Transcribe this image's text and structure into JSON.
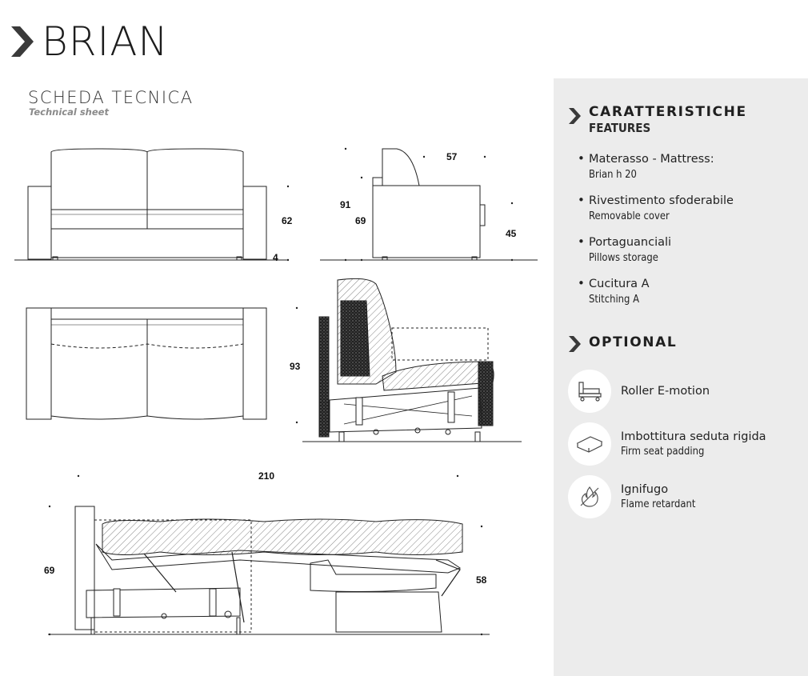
{
  "header": {
    "title": "BRIAN",
    "sheet_title": "SCHEDA TECNICA",
    "sheet_subtitle": "Technical sheet"
  },
  "dimensions": {
    "front_height": "62",
    "front_feet": "4",
    "side_total_height": "91",
    "side_seat_height": "69",
    "side_depth": "57",
    "side_seat": "45",
    "section_depth": "93",
    "open_length": "210",
    "open_height_left": "69",
    "open_height_right": "58"
  },
  "features": {
    "title": "CARATTERISTICHE",
    "subtitle": "FEATURES",
    "items": [
      {
        "it": "Materasso - Mattress:",
        "en": "Brian h 20"
      },
      {
        "it": "Rivestimento sfoderabile",
        "en": "Removable cover"
      },
      {
        "it": "Portaguanciali",
        "en": "Pillows storage"
      },
      {
        "it": "Cucitura A",
        "en": "Stitching A"
      }
    ]
  },
  "optional": {
    "title": "OPTIONAL",
    "items": [
      {
        "it": "Roller E-motion",
        "en": "",
        "icon": "roller-sofa-icon"
      },
      {
        "it": "Imbottitura seduta rigida",
        "en": "Firm seat padding",
        "icon": "seat-padding-icon"
      },
      {
        "it": "Ignifugo",
        "en": "Flame retardant",
        "icon": "flame-retardant-icon"
      }
    ]
  },
  "colors": {
    "panel_bg": "#ececec",
    "text": "#1f1f1f",
    "hatch": "#555555"
  }
}
